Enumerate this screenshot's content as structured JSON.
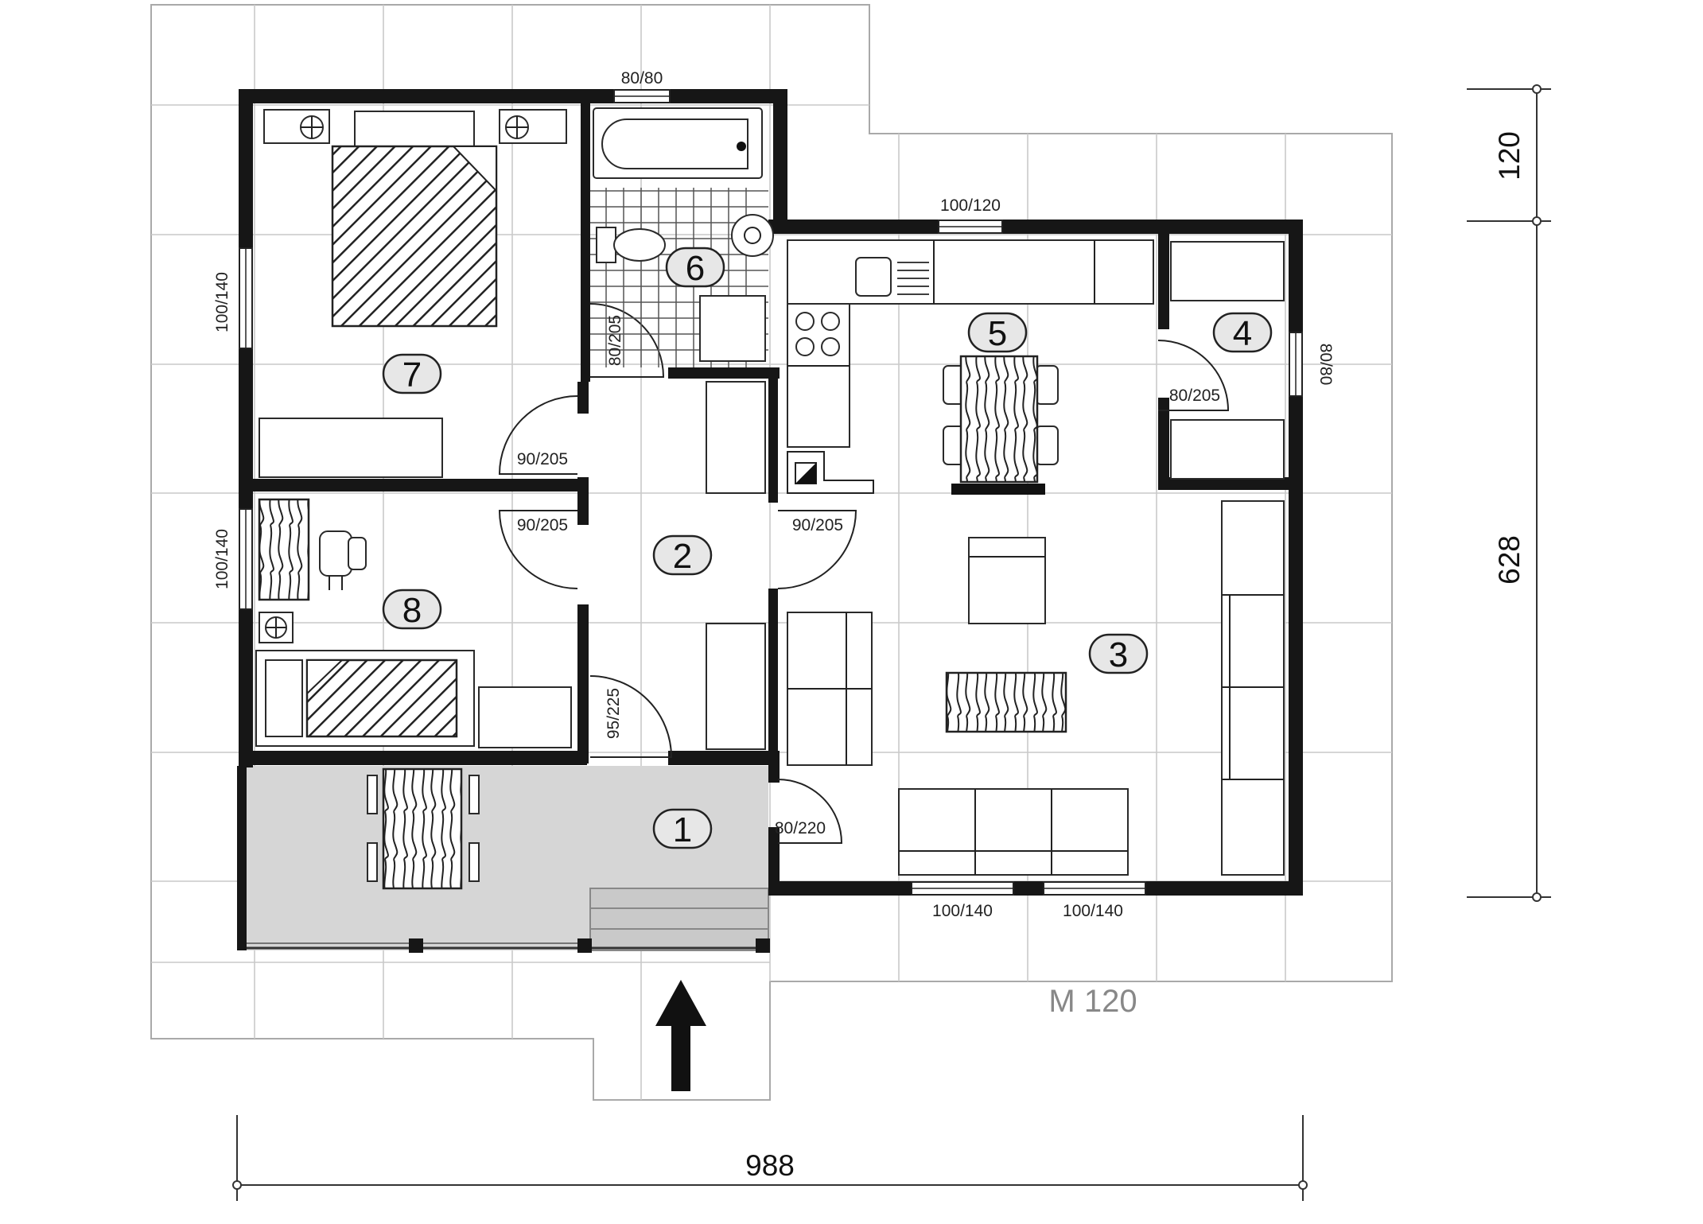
{
  "plan": {
    "model_label": "M 120",
    "dimensions": {
      "width": "988",
      "depth_total": "628",
      "depth_top": "120"
    },
    "rooms": [
      "1",
      "2",
      "3",
      "4",
      "5",
      "6",
      "7",
      "8"
    ],
    "openings": {
      "win_bath_top": "80/80",
      "win_kitchen_top": "100/120",
      "win_bed7_left": "100/140",
      "win_bed8_left": "100/140",
      "win_room4_right": "80/80",
      "win_living_bottom_1": "100/140",
      "win_living_bottom_2": "100/140",
      "door_bath": "80/205",
      "door_bed7": "90/205",
      "door_bed8": "90/205",
      "door_living": "90/205",
      "door_room4": "80/205",
      "door_hall_entry": "95/225",
      "door_terrace_living": "80/220"
    }
  }
}
